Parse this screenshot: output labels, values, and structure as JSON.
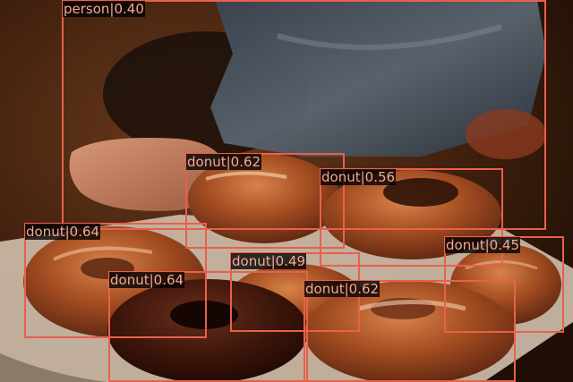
{
  "image": {
    "description_colors": {
      "box": "#e8604c",
      "label_text": "#f2a898",
      "label_bg": "#000000"
    }
  },
  "detections": [
    {
      "label": "person|0.40"
    },
    {
      "label": "donut|0.62"
    },
    {
      "label": "donut|0.56"
    },
    {
      "label": "donut|0.64"
    },
    {
      "label": "donut|0.45"
    },
    {
      "label": "donut|0.49"
    },
    {
      "label": "donut|0.64"
    },
    {
      "label": "donut|0.62"
    }
  ]
}
